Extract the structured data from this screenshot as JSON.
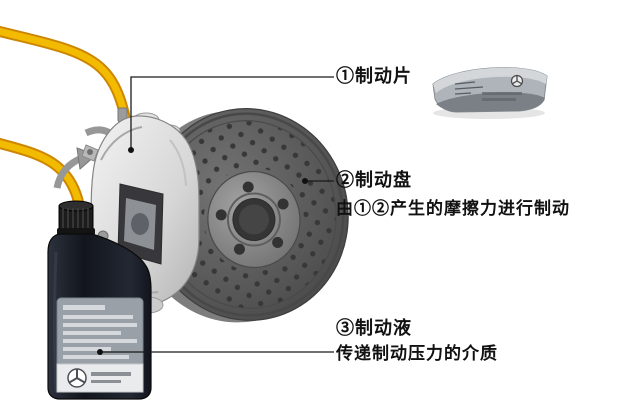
{
  "page": {
    "background": "#ffffff"
  },
  "labels": {
    "part1": "①制动片",
    "part2": "②制动盘",
    "part2_desc": "由①②产生的摩擦力进行制动",
    "part3": "③制动液",
    "part3_desc": "传递制动压力的介质"
  },
  "icons": {
    "brand_logo": "mercedes-star-icon",
    "flow_arrows": "rotation-arrow-icon"
  },
  "parts": {
    "pad": "brake-pad",
    "disc": "brake-disc",
    "caliper": "brake-caliper",
    "bottle": "brake-fluid-bottle",
    "hoses": "brake-hoses"
  },
  "colors": {
    "hose_yellow": "#f3bb00",
    "hose_edge": "#cd8600",
    "disc_gray": "#5a5a5a",
    "caliper_gray": "#d9d9d9",
    "bottle_dark": "#171b23",
    "bottle_label_gray": "#99a0a8",
    "text": "#111111",
    "connector": "#1a1a1a",
    "arrow_gray": "#979797"
  }
}
